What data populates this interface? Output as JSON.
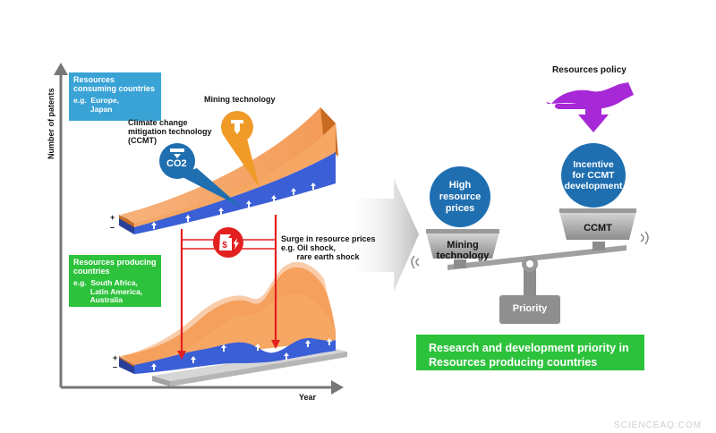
{
  "axes": {
    "y_label": "Number of patents",
    "x_label": "Year"
  },
  "consuming": {
    "title": "Resources consuming countries",
    "example": "e.g.  Europe,\n        Japan",
    "color": "#3aa3d6"
  },
  "producing": {
    "title": "Resources producing countries",
    "example": "e.g.  South Africa,\n        Latin America,\n        Australia",
    "color": "#2dc23c"
  },
  "labels": {
    "mining_technology": "Mining technology",
    "ccmt": "Climate change\nmitigation technology\n(CCMT)",
    "co2": "CO2",
    "surge": "Surge in resource prices\ne.g. Oil shock,\n       rare earth shock",
    "plus": "+",
    "minus": "–"
  },
  "balance": {
    "resources_policy": "Resources policy",
    "high_prices": "High\nresource\nprices",
    "incentive": "Incentive\nfor CCMT\ndevelopment",
    "left_pan": "Mining\ntechnology",
    "right_pan": "CCMT",
    "priority": "Priority"
  },
  "conclusion": "Research and development priority in\nResources producing countries",
  "watermark": "SCIENCEAQ.COM",
  "colors": {
    "orange": "#f7a86a",
    "orange_dark": "#c96a22",
    "blue": "#3b5fd6",
    "red": "#e32020",
    "purple": "#a728d6",
    "dark_blue_circle": "#1f6fb0",
    "gray_pan": "#a6a6a6"
  }
}
